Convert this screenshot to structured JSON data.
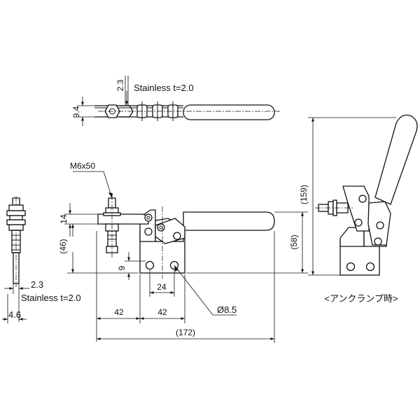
{
  "drawing": {
    "top_view": {
      "material_label": "Stainless t=2.0",
      "dim_thickness": "2.3",
      "dim_width": "9.4"
    },
    "side_view": {
      "material_label": "Stainless t=2.0",
      "dim_thickness": "2.3",
      "dim_width": "4.6"
    },
    "front_view": {
      "bolt_label": "M6x50",
      "dim_14": "14",
      "dim_46": "(46)",
      "dim_58": "(58)",
      "dim_9": "9",
      "dim_24": "24",
      "dim_hole": "Ø8.5",
      "dim_42_left": "42",
      "dim_42_right": "42",
      "dim_total": "(172)"
    },
    "unclamp_view": {
      "dim_height": "(159)",
      "caption": "<アンクランプ時>"
    }
  }
}
